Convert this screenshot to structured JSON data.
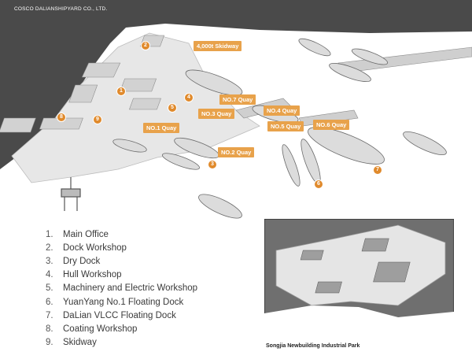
{
  "company": "COSCO DALIANSHIPYARD CO., LTD.",
  "callouts": {
    "skidway": "4,000t Skidway",
    "quay7": "NO.7 Quay",
    "quay3": "NO.3 Quay",
    "quay4": "NO.4 Quay",
    "quay5": "NO.5 Quay",
    "quay6": "NO.6 Quay",
    "quay1": "NO.1 Quay",
    "quay2": "NO.2 Quay"
  },
  "markers": [
    "1",
    "2",
    "3",
    "4",
    "5",
    "6",
    "7",
    "8",
    "9"
  ],
  "legend": [
    {
      "num": "1.",
      "label": "Main Office"
    },
    {
      "num": "2.",
      "label": "Dock Workshop"
    },
    {
      "num": "3.",
      "label": "Dry Dock"
    },
    {
      "num": "4.",
      "label": "Hull Workshop"
    },
    {
      "num": "5.",
      "label": "Machinery and Electric Workshop"
    },
    {
      "num": "6.",
      "label": "YuanYang No.1 Floating Dock"
    },
    {
      "num": "7.",
      "label": "DaLian  VLCC Floating Dock"
    },
    {
      "num": "8.",
      "label": "Coating Workshop"
    },
    {
      "num": "9.",
      "label": "Skidway"
    }
  ],
  "inset_caption": "Songjia Newbuilding Industrial Park",
  "colors": {
    "land": "#4a4a4a",
    "tag": "#e8a24b",
    "marker": "#e08a2c",
    "water": "#ffffff"
  }
}
